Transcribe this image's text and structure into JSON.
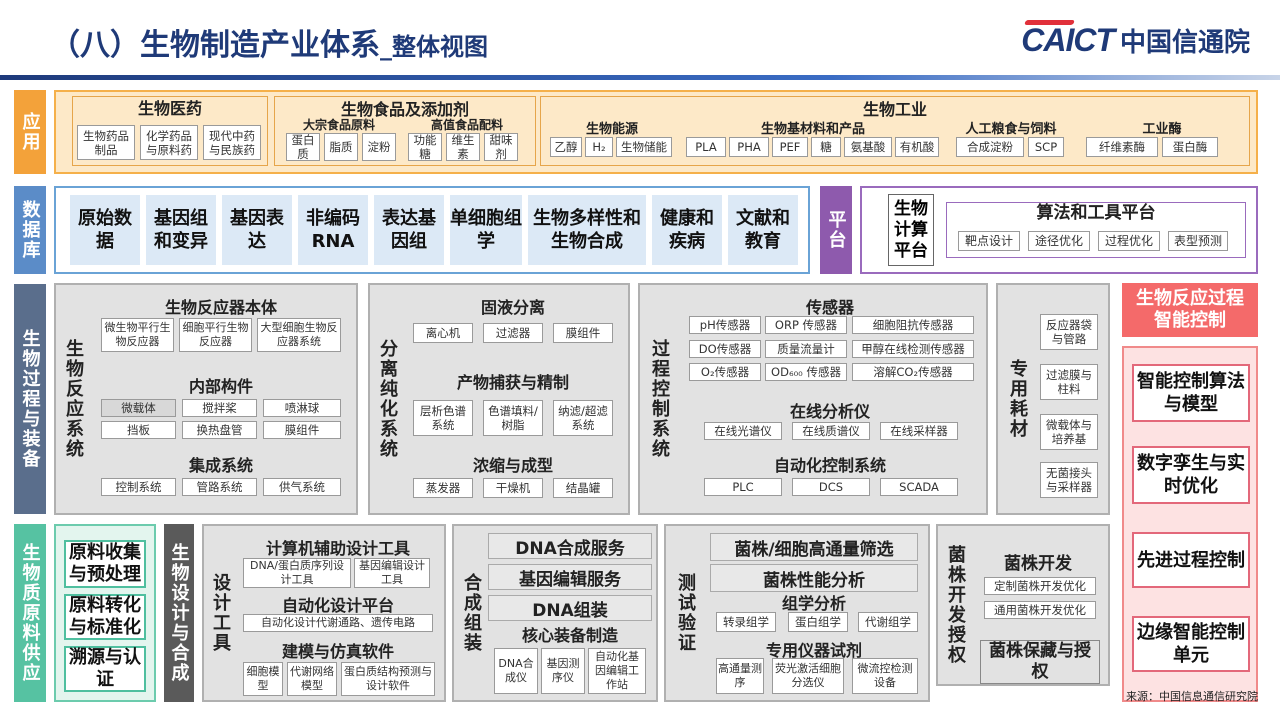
{
  "title": "（八）生物制造产业体系",
  "title_sub": "_整体视图",
  "logo": {
    "caict": "CAICT",
    "cn": "中国信通院"
  },
  "source": "来源：中国信息通信研究院",
  "labels": {
    "app": "应用",
    "db": "数据库",
    "process": "生物过程与装备",
    "raw": "生物质原料供应",
    "design": "生物设计与合成",
    "platform": "平台"
  },
  "med": {
    "title": "生物医药",
    "items": [
      "生物药品制品",
      "化学药品与原料药",
      "现代中药与民族药"
    ]
  },
  "food": {
    "title": "生物食品及添加剂",
    "sub1": "大宗食品原料",
    "sub1_items": [
      "蛋白质",
      "脂质",
      "淀粉"
    ],
    "sub2": "高值食品配料",
    "sub2_items": [
      "功能糖",
      "维生素",
      "甜味剂"
    ]
  },
  "ind": {
    "title": "生物工业",
    "energy": "生物能源",
    "energy_items": [
      "乙醇",
      "H₂",
      "生物储能"
    ],
    "mat": "生物基材料和产品",
    "mat_items": [
      "PLA",
      "PHA",
      "PEF",
      "糖",
      "氨基酸",
      "有机酸"
    ],
    "feed": "人工粮食与饲料",
    "feed_items": [
      "合成淀粉",
      "SCP"
    ],
    "enzyme": "工业酶",
    "enzyme_items": [
      "纤维素酶",
      "蛋白酶"
    ]
  },
  "databases": [
    "原始数据",
    "基因组和变异",
    "基因表达",
    "非编码RNA",
    "表达基因组",
    "单细胞组学",
    "生物多样性和生物合成",
    "健康和疾病",
    "文献和教育"
  ],
  "platform": {
    "calc": "生物计算平台",
    "algo": "算法和工具平台",
    "algo_items": [
      "靶点设计",
      "途径优化",
      "过程优化",
      "表型预测"
    ]
  },
  "reactor": {
    "label": "生物反应系统",
    "body": "生物反应器本体",
    "body_items": [
      "微生物平行生物反应器",
      "细胞平行生物反应器",
      "大型细胞生物反应器系统"
    ],
    "parts": "内部构件",
    "parts_items": [
      "微载体",
      "搅拌桨",
      "喷淋球",
      "挡板",
      "换热盘管",
      "膜组件"
    ],
    "integ": "集成系统",
    "integ_items": [
      "控制系统",
      "管路系统",
      "供气系统"
    ]
  },
  "sep": {
    "label": "分离纯化系统",
    "sl": "固液分离",
    "sl_items": [
      "离心机",
      "过滤器",
      "膜组件"
    ],
    "cap": "产物捕获与精制",
    "cap_items": [
      "层析色谱系统",
      "色谱填料/树脂",
      "纳滤/超滤系统"
    ],
    "conc": "浓缩与成型",
    "conc_items": [
      "蒸发器",
      "干燥机",
      "结晶罐"
    ]
  },
  "ctrl": {
    "label": "过程控制系统",
    "sensor": "传感器",
    "sensor_items": [
      "pH传感器",
      "ORP 传感器",
      "细胞阻抗传感器",
      "DO传感器",
      "质量流量计",
      "甲醇在线检测传感器",
      "O₂传感器",
      "OD₆₀₀ 传感器",
      "溶解CO₂传感器"
    ],
    "online": "在线分析仪",
    "online_items": [
      "在线光谱仪",
      "在线质谱仪",
      "在线采样器"
    ],
    "auto": "自动化控制系统",
    "auto_items": [
      "PLC",
      "DCS",
      "SCADA"
    ]
  },
  "consum": {
    "label": "专用耗材",
    "items": [
      "反应器袋与管路",
      "过滤膜与柱料",
      "微载体与培养基",
      "无菌接头与采样器"
    ]
  },
  "smart": {
    "title": "生物反应过程智能控制",
    "items": [
      "智能控制算法与模型",
      "数字孪生与实时优化",
      "先进过程控制",
      "边缘智能控制单元"
    ]
  },
  "raw": {
    "items": [
      "原料收集与预处理",
      "原料转化与标准化",
      "溯源与认证"
    ]
  },
  "dtools": {
    "label": "设计工具",
    "cad": "计算机辅助设计工具",
    "cad_items": [
      "DNA/蛋白质序列设计工具",
      "基因编辑设计工具"
    ],
    "auto": "自动化设计平台",
    "auto_items": [
      "自动化设计代谢通路、遗传电路"
    ],
    "model": "建模与仿真软件",
    "model_items": [
      "细胞模型",
      "代谢网络模型",
      "蛋白质结构预测与设计软件"
    ]
  },
  "synth": {
    "label": "合成组装",
    "items": [
      "DNA合成服务",
      "基因编辑服务",
      "DNA组装"
    ],
    "core": "核心装备制造",
    "core_items": [
      "DNA合成仪",
      "基因测序仪",
      "自动化基因编辑工作站"
    ]
  },
  "test": {
    "label": "测试验证",
    "items": [
      "菌株/细胞高通量筛选",
      "菌株性能分析"
    ],
    "omics": "组学分析",
    "omics_items": [
      "转录组学",
      "蛋白组学",
      "代谢组学"
    ],
    "inst": "专用仪器试剂",
    "inst_items": [
      "高通量测序",
      "荧光激活细胞分选仪",
      "微流控检测设备"
    ]
  },
  "strain": {
    "label": "菌株开发授权",
    "dev": "菌株开发",
    "dev_items": [
      "定制菌株开发优化",
      "通用菌株开发优化"
    ],
    "keep": "菌株保藏与授权"
  }
}
